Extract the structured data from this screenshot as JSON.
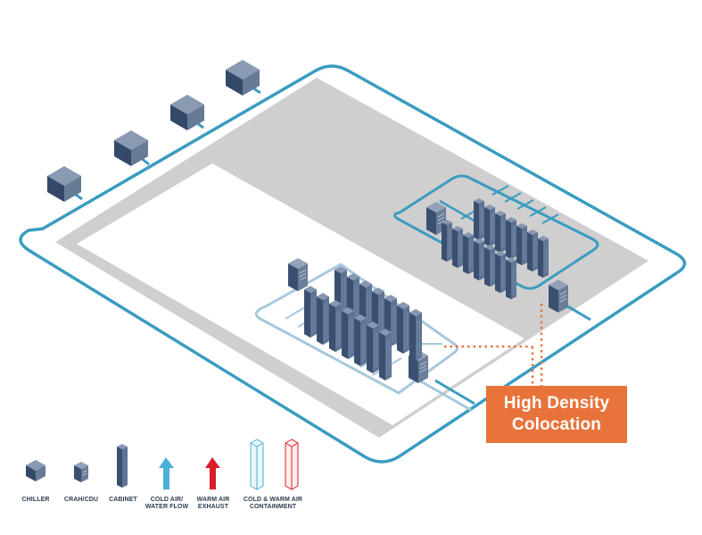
{
  "callout": {
    "line1": "High Density",
    "line2": "Colocation",
    "color": "#e8733a"
  },
  "colors": {
    "loop_blue": "#3a9cc0",
    "loop_light": "#a7c9dc",
    "floor_gray": "#cfcfcf",
    "cabinet": "#4f6584",
    "warm_red": "#d81f2a",
    "cold_blue": "#4ab0d9"
  },
  "legend": {
    "items": [
      {
        "icon": "chiller-icon",
        "label": "CHILLER"
      },
      {
        "icon": "crah-cdu-icon",
        "label": "CRAH/CDU"
      },
      {
        "icon": "cabinet-icon",
        "label": "CABINET"
      },
      {
        "icon": "cold-air-arrow-icon",
        "label": "COLD AIR/\nWATER FLOW"
      },
      {
        "icon": "warm-air-arrow-icon",
        "label": "WARM AIR\nEXHAUST"
      },
      {
        "icon": "containment-icon",
        "label": "COLD & WARM AIR\nCONTAINMENT"
      }
    ]
  }
}
